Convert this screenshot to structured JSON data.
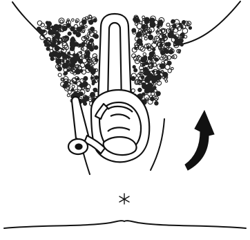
{
  "figure": {
    "background": "#ffffff",
    "ink": "#111111",
    "shading": "#222222",
    "elements": [
      {
        "name": "abdomen-outline",
        "kind": "line-drawing"
      },
      {
        "name": "hair-shading",
        "kind": "stippled-texture"
      },
      {
        "name": "speculum-handle",
        "kind": "instrument"
      },
      {
        "name": "speculum-blades",
        "kind": "instrument"
      },
      {
        "name": "thumb-lever",
        "kind": "instrument"
      },
      {
        "name": "rotation-arrow",
        "kind": "annotation-arrow"
      },
      {
        "name": "anus-asterisk",
        "kind": "anatomical-mark"
      },
      {
        "name": "buttock-contour",
        "kind": "line-drawing"
      }
    ]
  }
}
